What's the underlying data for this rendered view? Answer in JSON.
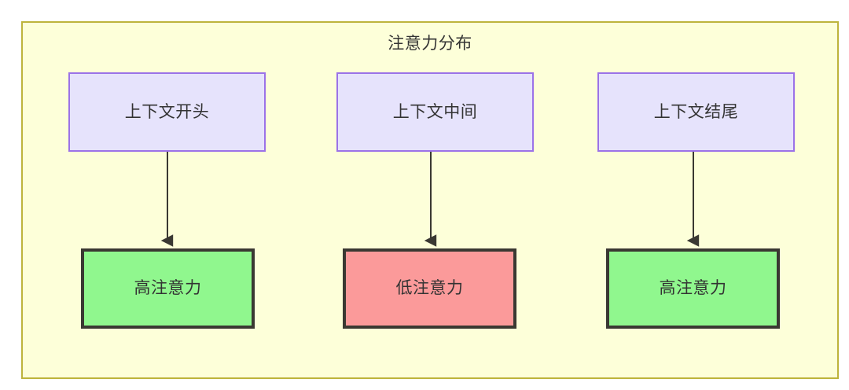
{
  "diagram": {
    "title": "注意力分布",
    "container": {
      "fill": "#fdffd9",
      "border_color": "#bdb43c"
    },
    "colors": {
      "context_fill": "#e6e3fc",
      "context_border": "#9b72e8",
      "high_attention_fill": "#90f78e",
      "low_attention_fill": "#fb9a9a",
      "attention_border": "#3a3832",
      "arrow_color": "#3a3832",
      "text_color": "#333333"
    },
    "columns": [
      {
        "source": {
          "label": "上下文开头"
        },
        "target": {
          "label": "高注意力",
          "state": "high"
        }
      },
      {
        "source": {
          "label": "上下文中间"
        },
        "target": {
          "label": "低注意力",
          "state": "low"
        }
      },
      {
        "source": {
          "label": "上下文结尾"
        },
        "target": {
          "label": "高注意力",
          "state": "high"
        }
      }
    ]
  }
}
